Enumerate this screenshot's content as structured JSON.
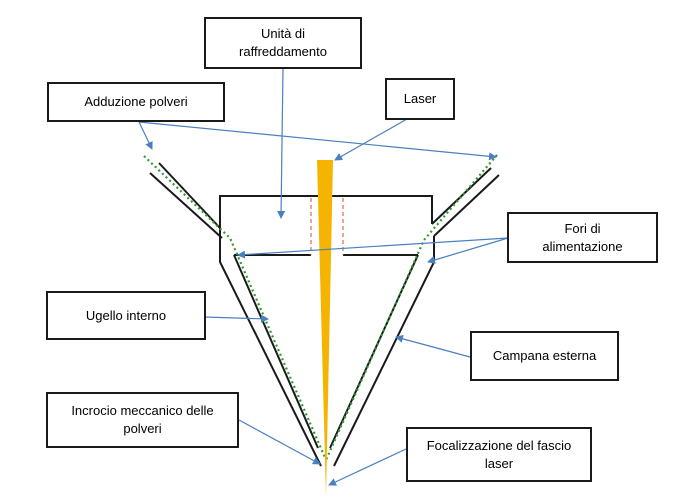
{
  "labels": {
    "cooling_unit": [
      "Unità di",
      "raffreddamento"
    ],
    "powder_feed": "Adduzione polveri",
    "laser": "Laser",
    "feed_holes": [
      "Fori di",
      "alimentazione"
    ],
    "inner_nozzle": "Ugello interno",
    "outer_bell": "Campana esterna",
    "powder_crossing": [
      "Incrocio meccanico delle",
      "polveri"
    ],
    "beam_focus": [
      "Focalizzazione del fascio",
      "laser"
    ]
  },
  "colors": {
    "outline": "#1a1a1a",
    "arrow": "#4a7fc1",
    "powder_path": "#2e9a2e",
    "laser_beam": "#f5b400",
    "cooling_channel": "#e06a4a"
  }
}
